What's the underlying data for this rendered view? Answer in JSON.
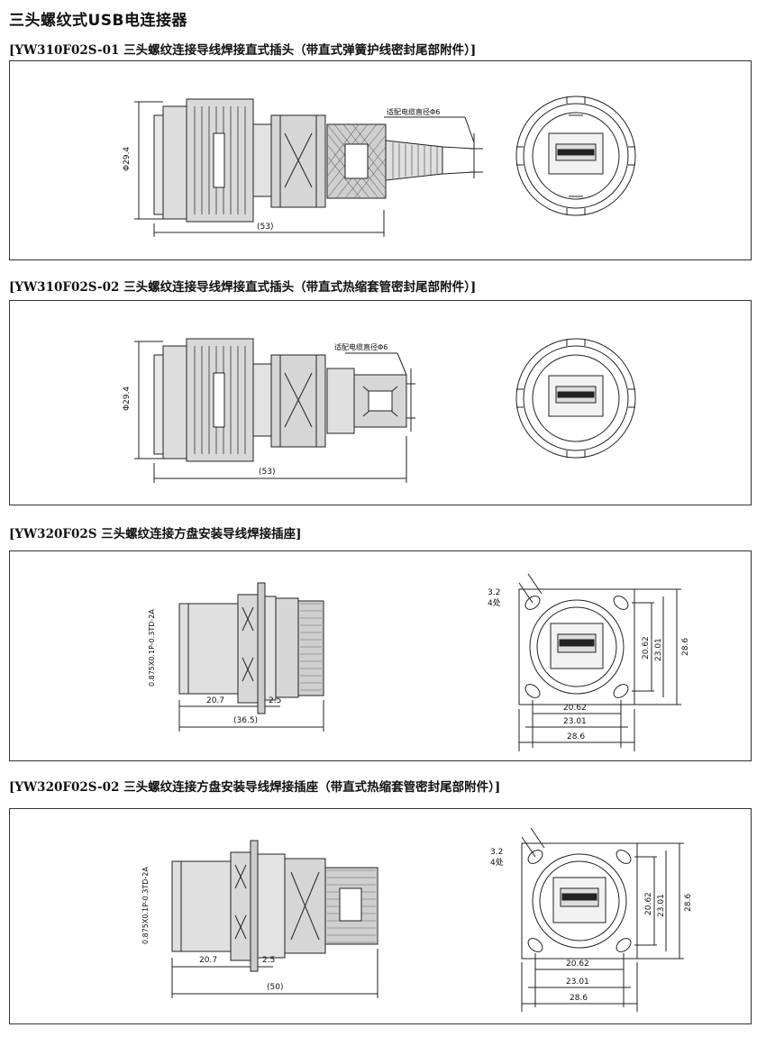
{
  "page_title": "三头螺纹式USB电连接器",
  "sections": [
    {
      "title": "[YW310F02S-01 三头螺纹连接导线焊接直式插头（带直式弹簧护线密封尾部附件）]",
      "dims": {
        "diameter": "Φ29.4",
        "length": "(53)",
        "cable_note": "适配电缆直径Φ6"
      }
    },
    {
      "title": "[YW310F02S-02 三头螺纹连接导线焊接直式插头（带直式热缩套管密封尾部附件）]",
      "dims": {
        "diameter": "Φ29.4",
        "length": "(53)",
        "cable_note": "适配电缆直径Φ6"
      }
    },
    {
      "title": "[YW320F02S 三头螺纹连接方盘安装导线焊接插座]",
      "dims": {
        "thread": "0.875X0.1P-0.3TD-2A",
        "flange_pos": "20.7",
        "flange_thk": "2.5",
        "length": "(36.5)",
        "hole_dia": "3.2",
        "hole_count": "4处",
        "inner_a": "20.62",
        "inner_b": "23.01",
        "outer": "28.6"
      }
    },
    {
      "title": "[YW320F02S-02 三头螺纹连接方盘安装导线焊接插座（带直式热缩套管密封尾部附件）]",
      "dims": {
        "thread": "0.875X0.1P-0.3TD-2A",
        "flange_pos": "20.7",
        "flange_thk": "2.5",
        "length": "(50)",
        "hole_dia": "3.2",
        "hole_count": "4处",
        "inner_a": "20.62",
        "inner_b": "23.01",
        "outer": "28.6"
      }
    }
  ]
}
